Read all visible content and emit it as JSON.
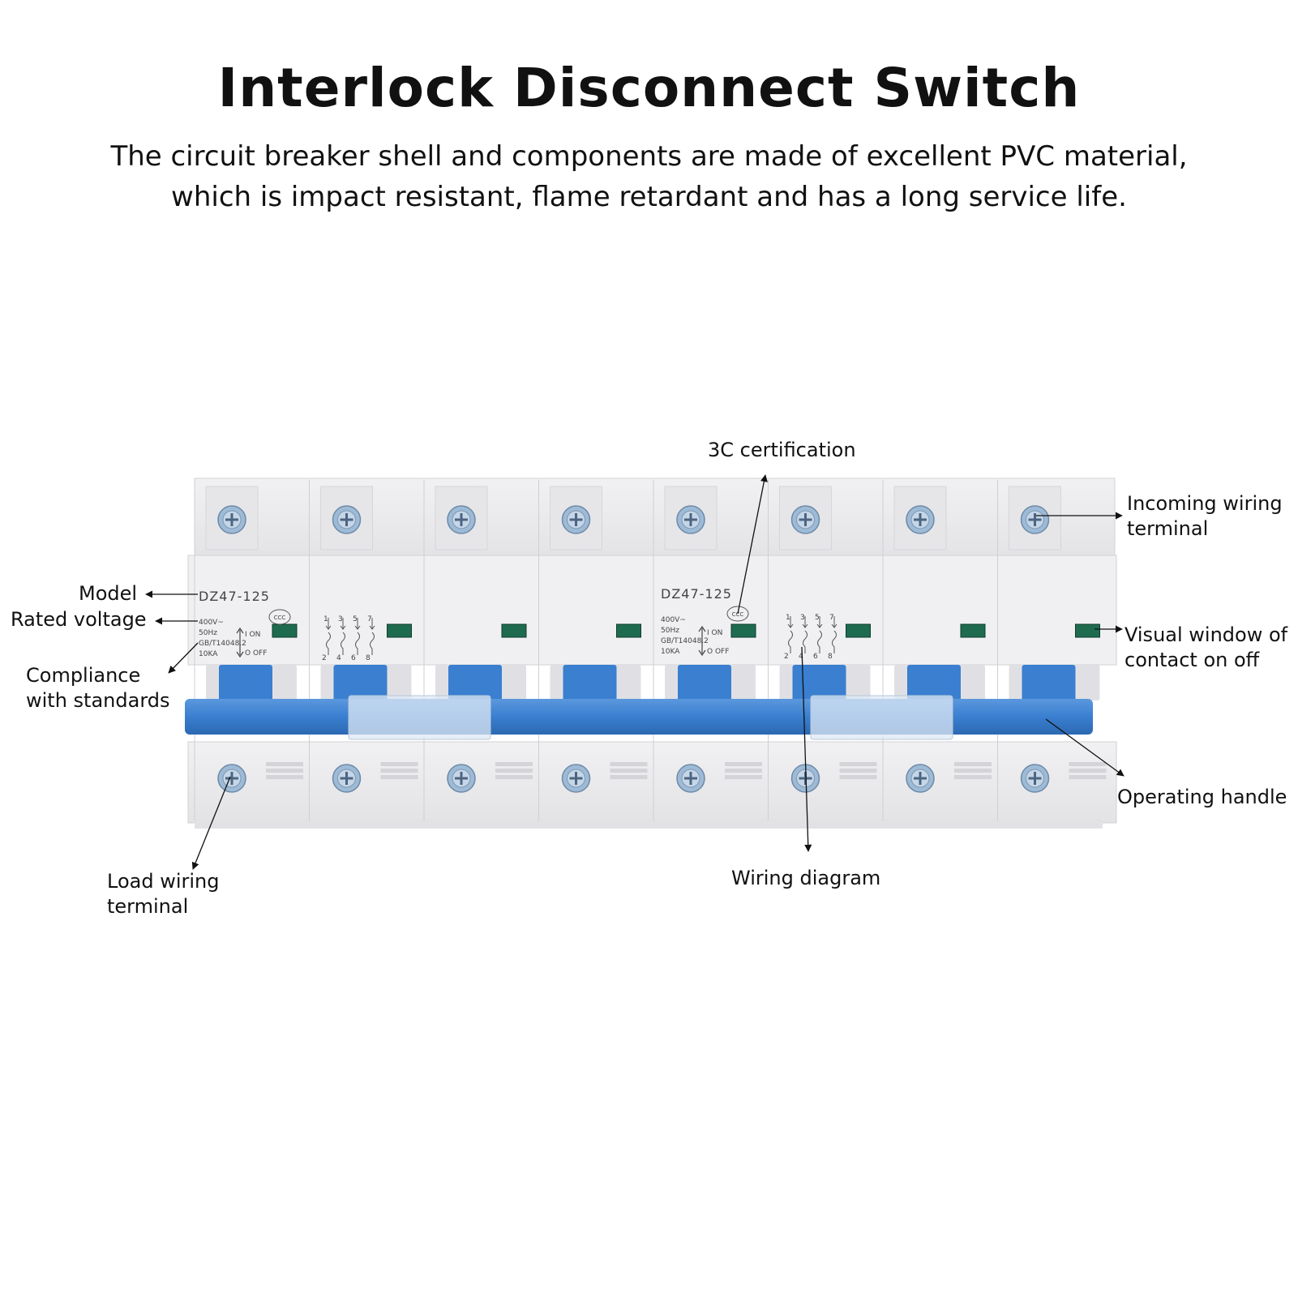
{
  "header": {
    "title": "Interlock Disconnect Switch",
    "subtitle_line1": "The circuit breaker shell and components are made of excellent PVC material,",
    "subtitle_line2": "which is impact resistant, flame retardant and has a long service life."
  },
  "labels": {
    "model": "Model",
    "rated_voltage": "Rated voltage",
    "compliance_1": "Compliance",
    "compliance_2": "with standards",
    "load_1": "Load wiring",
    "load_2": "terminal",
    "cert": "3C certification",
    "incoming_1": "Incoming wiring",
    "incoming_2": "terminal",
    "window_1": "Visual window of",
    "window_2": "contact on off",
    "handle": "Operating handle",
    "wiring": "Wiring diagram"
  },
  "device": {
    "model": "DZ47-125",
    "spec_voltage": "400V~",
    "spec_freq": "50Hz",
    "spec_standard": "GB/T14048.2",
    "spec_breaking": "10KA",
    "on_text": "I ON",
    "off_text": "O OFF",
    "cert_mark": "CCC",
    "terminal_numbers_top": [
      "1",
      "3",
      "5",
      "7"
    ],
    "terminal_numbers_bottom": [
      "2",
      "4",
      "6",
      "8"
    ],
    "colors": {
      "body": "#ebebed",
      "handle": "#3a7fd0",
      "window": "#1f6b4f",
      "screw": "#9dbad6"
    }
  }
}
